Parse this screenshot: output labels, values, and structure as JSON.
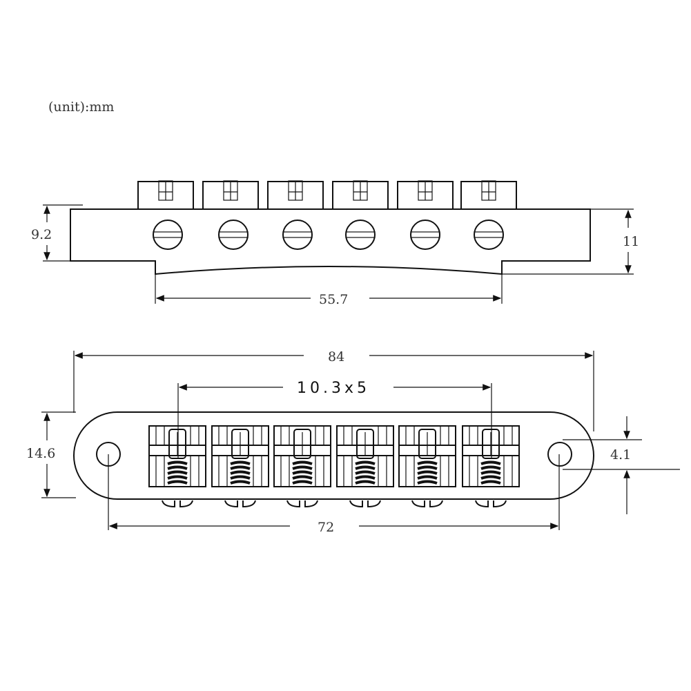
{
  "unit_note": "(unit):mm",
  "side_view": {
    "height_left": "9.2",
    "height_right": "11",
    "base_length": "55.7"
  },
  "top_view": {
    "total_length": "84",
    "saddle_spacing": "10.3x5",
    "width": "14.6",
    "hole_diameter": "4.1",
    "hole_spacing": "72"
  }
}
